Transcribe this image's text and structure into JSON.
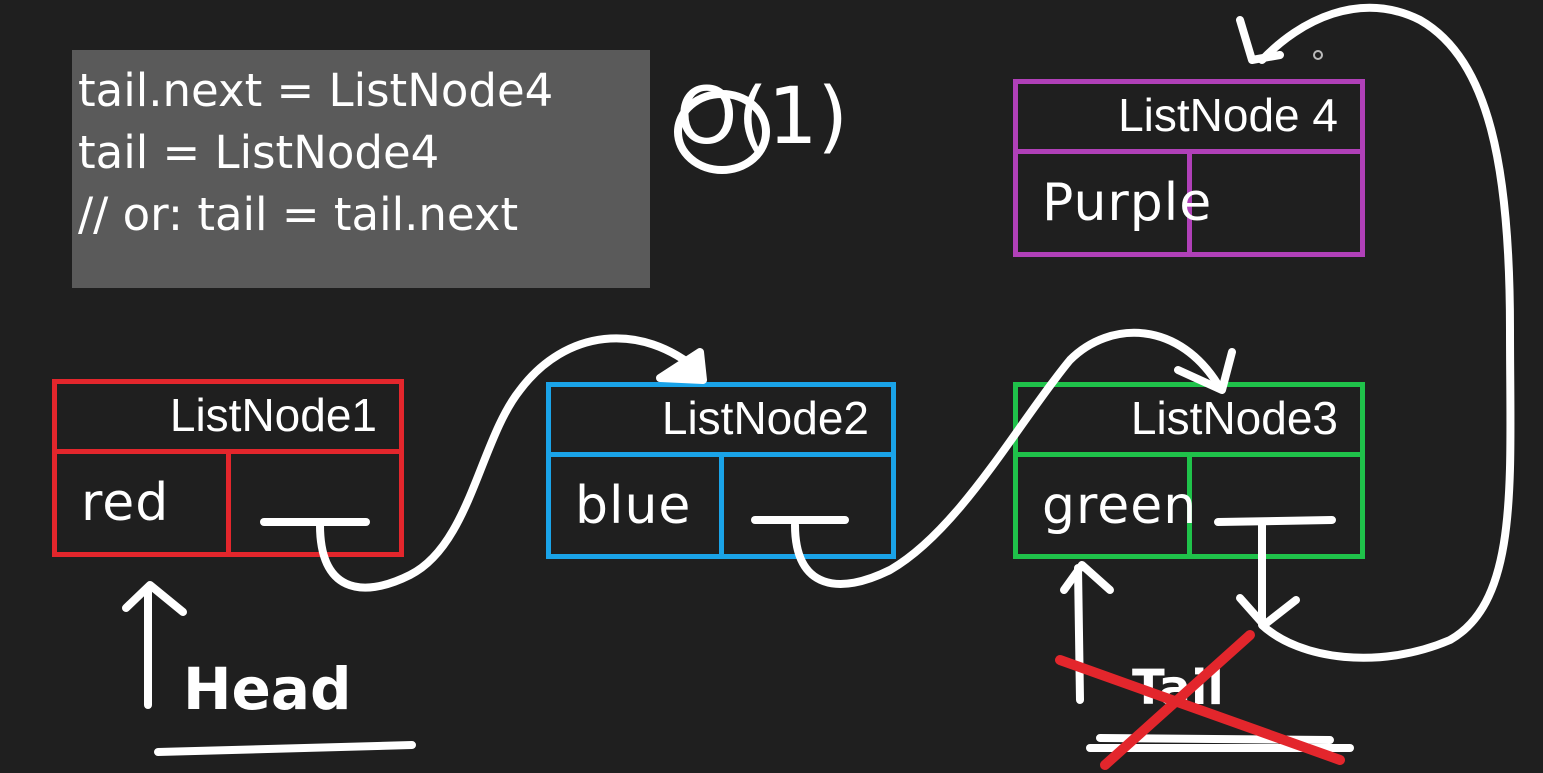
{
  "code": {
    "lines": [
      "tail.next = ListNode4",
      "tail = ListNode4",
      "// or: tail = tail.next"
    ]
  },
  "complexity": {
    "text": "O(1)"
  },
  "nodes": [
    {
      "title": "ListNode1",
      "value": "red",
      "color": "#e3262c"
    },
    {
      "title": "ListNode2",
      "value": "blue",
      "color": "#1aa3e8"
    },
    {
      "title": "ListNode3",
      "value": "green",
      "color": "#1fc24a"
    },
    {
      "title": "ListNode 4",
      "value": "Purple",
      "color": "#b040b8"
    }
  ],
  "pointers": {
    "head": "Head",
    "tail": "Tail"
  }
}
